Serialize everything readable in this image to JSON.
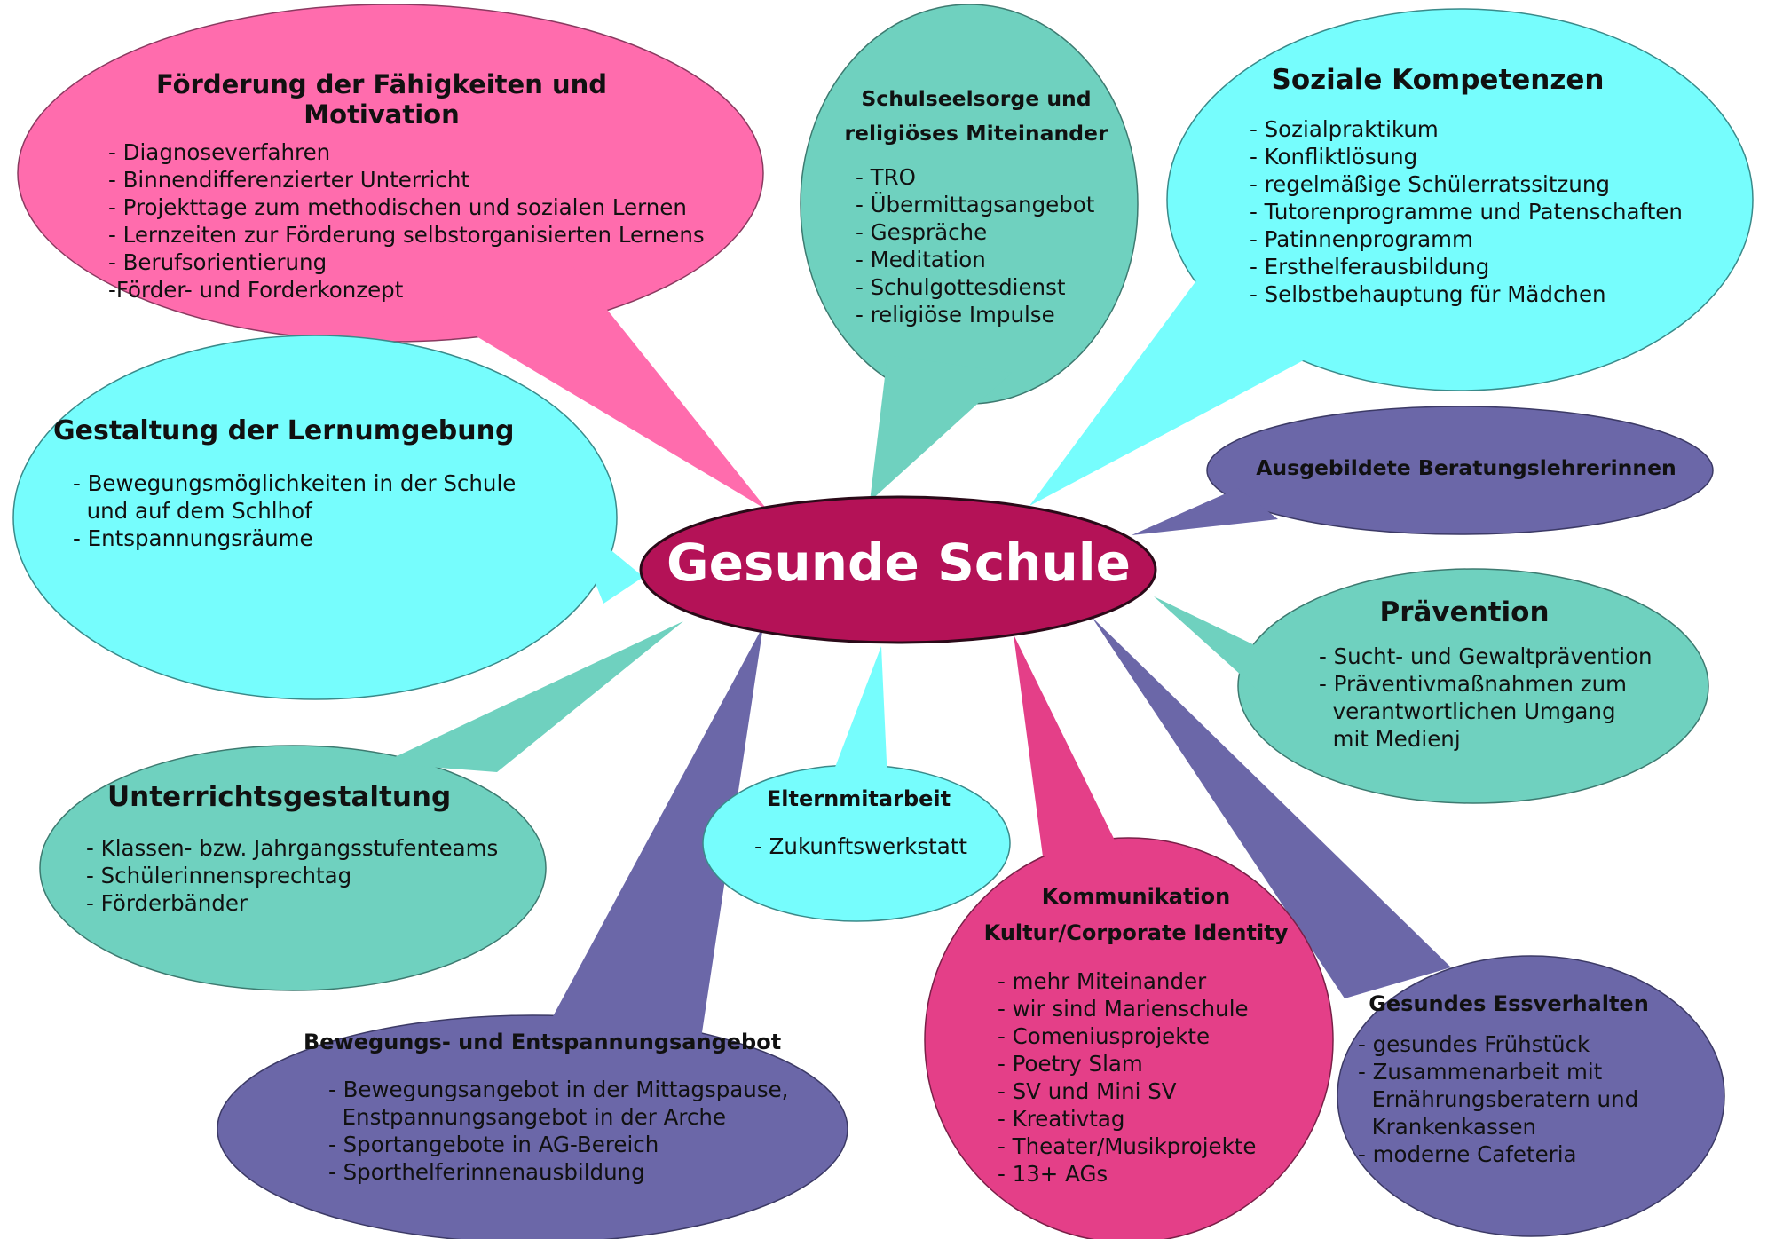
{
  "colors": {
    "pink": "#ff6cad",
    "teal": "#6fd1bf",
    "cyan": "#76fdfd",
    "purple": "#6b67a8",
    "magenta": "#e43f88",
    "center": "#b41257"
  },
  "center": {
    "title": "Gesunde Schule"
  },
  "foerderung": {
    "title": "Förderung der Fähigkeiten und Motivation",
    "items": [
      "- Diagnoseverfahren",
      "- Binnendifferenzierter Unterricht",
      "- Projekttage zum methodischen und sozialen Lernen",
      "- Lernzeiten zur Förderung selbstorganisierten Lernens",
      "- Berufsorientierung",
      "-Förder- und Forderkonzept"
    ]
  },
  "seelsorge": {
    "title": "Schulseelsorge und religiöses Miteinander",
    "items": [
      "- TRO",
      "- Übermittagsangebot",
      "- Gespräche",
      "- Meditation",
      "- Schulgottesdienst",
      "- religiöse Impulse"
    ]
  },
  "sozial": {
    "title": "Soziale Kompetenzen",
    "items": [
      "- Sozialpraktikum",
      "- Konfliktlösung",
      "- regelmäßige Schülerratssitzung",
      "- Tutorenprogramme und Patenschaften",
      "- Patinnenprogramm",
      "- Ersthelferausbildung",
      "- Selbstbehauptung für Mädchen"
    ]
  },
  "lernumgebung": {
    "title": "Gestaltung der Lernumgebung",
    "items": [
      "- Bewegungsmöglichkeiten in der Schule",
      "  und auf dem Schlhof",
      "- Entspannungsräume"
    ]
  },
  "beratung": {
    "title": "Ausgebildete Beratungslehrerinnen"
  },
  "praevention": {
    "title": "Prävention",
    "items": [
      "- Sucht- und Gewaltprävention",
      "- Präventivmaßnahmen zum",
      "  verantwortlichen Umgang",
      "  mit Medienj"
    ]
  },
  "unterricht": {
    "title": "Unterrichtsgestaltung",
    "items": [
      "- Klassen- bzw. Jahrgangsstufenteams",
      "- Schülerinnensprechtag",
      "- Förderbänder"
    ]
  },
  "eltern": {
    "title": "Elternmitarbeit",
    "items": [
      "- Zukunftswerkstatt"
    ]
  },
  "kommunikation": {
    "title": "Kommunikation Kultur/Corporate Identity",
    "items": [
      "- mehr Miteinander",
      "- wir sind Marienschule",
      "- Comeniusprojekte",
      "- Poetry Slam",
      "- SV und Mini SV",
      "- Kreativtag",
      "- Theater/Musikprojekte",
      "- 13+ AGs"
    ]
  },
  "essen": {
    "title": "Gesundes Essverhalten",
    "items": [
      "- gesundes Frühstück",
      "- Zusammenarbeit mit",
      "  Ernährungsberatern und",
      "  Krankenkassen",
      "- moderne Cafeteria"
    ]
  },
  "bewegung": {
    "title": "Bewegungs- und Entspannungsangebot",
    "items": [
      "- Bewegungsangebot in der Mittagspause,",
      "  Enstpannungsangebot in der Arche",
      "- Sportangebote in AG-Bereich",
      "- Sporthelferinnenausbildung"
    ]
  }
}
